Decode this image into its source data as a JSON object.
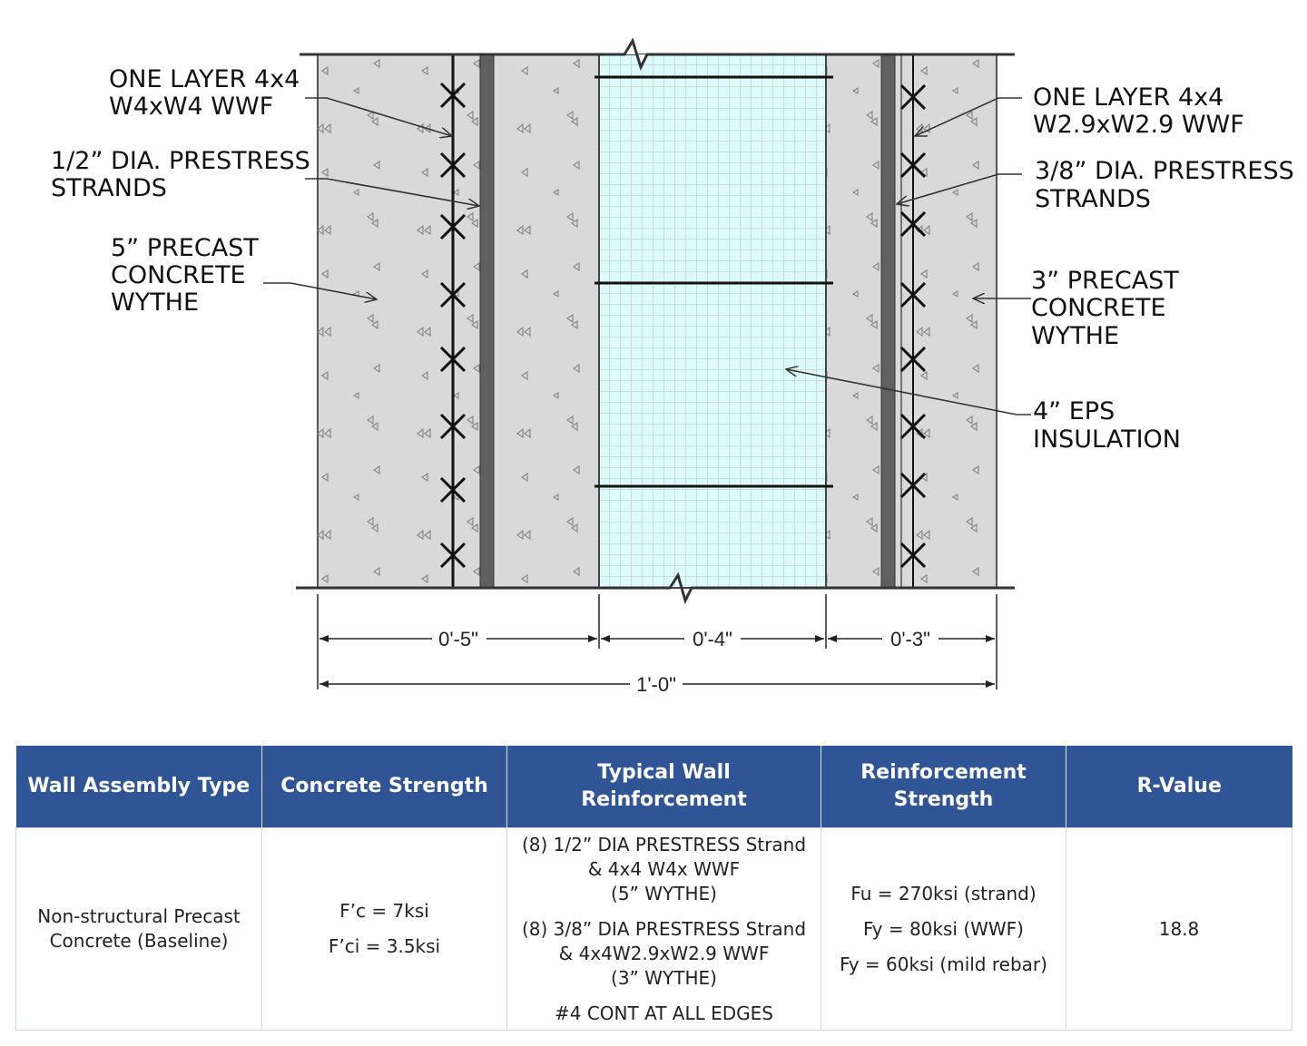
{
  "diagram": {
    "labels": {
      "left_wwf": [
        "ONE LAYER 4x4",
        "W4xW4 WWF"
      ],
      "left_strands": [
        "1/2” DIA. PRESTRESS",
        "STRANDS"
      ],
      "left_wythe": [
        "5” PRECAST",
        "CONCRETE",
        "WYTHE"
      ],
      "right_wwf": [
        "ONE LAYER 4x4",
        "W2.9xW2.9 WWF"
      ],
      "right_strands": [
        "3/8” DIA. PRESTRESS",
        "STRANDS"
      ],
      "right_wythe": [
        "3” PRECAST",
        "CONCRETE",
        "WYTHE"
      ],
      "insulation": [
        "4” EPS",
        "INSULATION"
      ]
    },
    "dimensions": {
      "left": "0'-5\"",
      "middle": "0'-4\"",
      "right": "0'-3\"",
      "total": "1'-0\""
    },
    "colors": {
      "concrete": "#d9d9d9",
      "insulation": "#dcfbfb",
      "strand": "#5f5f5f",
      "header": "#2f5597"
    }
  },
  "table": {
    "headers": [
      "Wall Assembly Type",
      "Concrete Strength",
      "Typical Wall Reinforcement",
      "Reinforcement Strength",
      "R-Value"
    ],
    "row": {
      "assembly_type": [
        "Non-structural Precast",
        "Concrete (Baseline)"
      ],
      "concrete_strength": [
        "F’c = 7ksi",
        "F’ci = 3.5ksi"
      ],
      "reinforcement": [
        [
          "(8) 1/2” DIA  PRESTRESS Strand",
          "& 4x4 W4x WWF",
          "(5” WYTHE)"
        ],
        [
          "(8) 3/8” DIA PRESTRESS Strand",
          "& 4x4W2.9xW2.9 WWF",
          "(3” WYTHE)"
        ],
        [
          "#4 CONT AT ALL EDGES"
        ]
      ],
      "reinforcement_strength": [
        "Fu = 270ksi (strand)",
        "Fy = 80ksi (WWF)",
        "Fy = 60ksi (mild rebar)"
      ],
      "r_value": "18.8"
    }
  }
}
